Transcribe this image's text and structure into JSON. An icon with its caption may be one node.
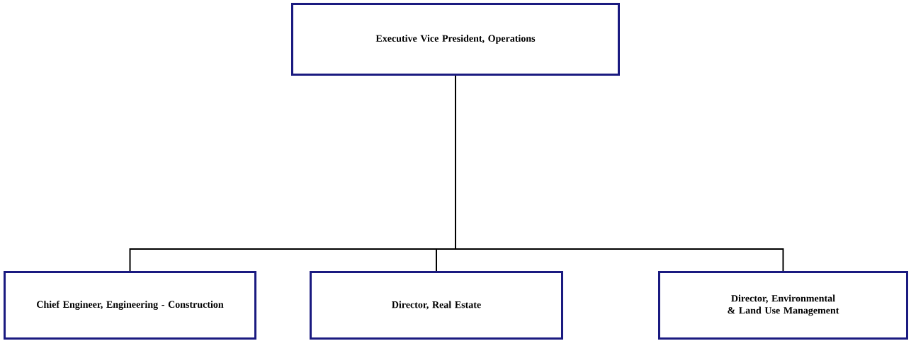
{
  "diagram": {
    "nodes": [
      {
        "text": [
          "Executive Vice President, Operations"
        ]
      },
      {
        "text": [
          "Chief Engineer, Engineering - Construction"
        ]
      },
      {
        "text": [
          "Director, Real Estate"
        ]
      },
      {
        "text": [
          "Director, Environmental & Land Use Management"
        ]
      }
    ],
    "edges": [
      {
        "from": 0,
        "to": 1,
        "arrow": "none"
      },
      {
        "from": 0,
        "to": 2,
        "arrow": "none"
      },
      {
        "from": 0,
        "to": 3,
        "arrow": "none"
      }
    ]
  }
}
